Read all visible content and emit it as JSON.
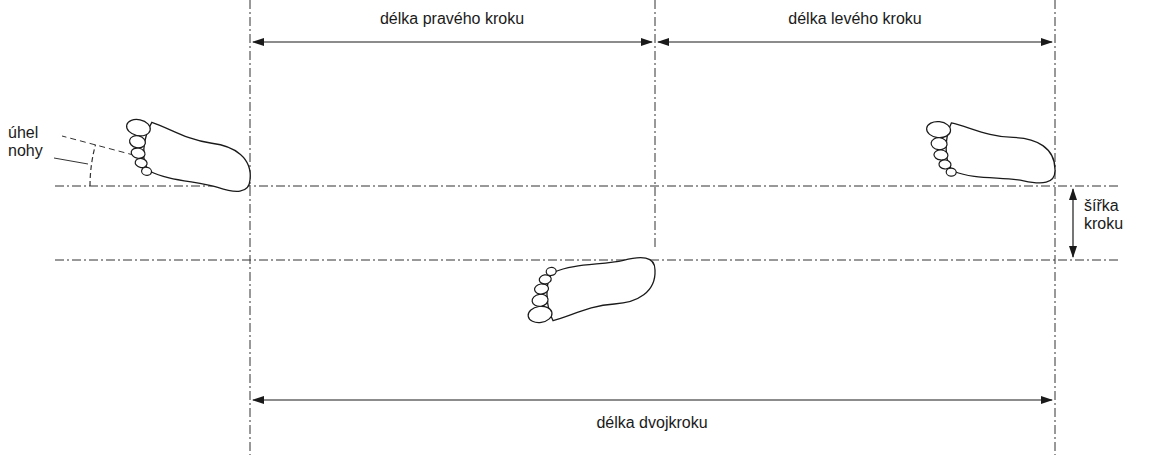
{
  "diagram": {
    "labels": [
      "délka pravého kroku",
      "délka levého kroku",
      "úhel nohy",
      "šířka kroku",
      "délka dvojkroku"
    ]
  }
}
